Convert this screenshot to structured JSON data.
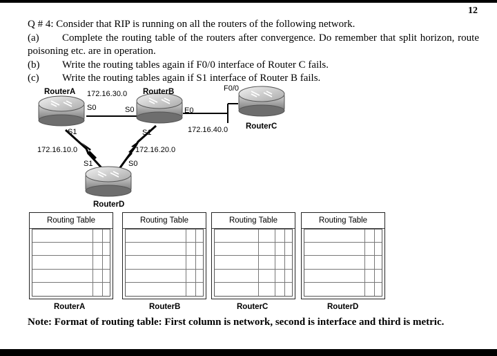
{
  "page_number": "12",
  "question": {
    "title": "Q # 4: Consider that RIP is running on all the routers of the following network.",
    "a_label": "(a)",
    "a_text": "Complete the routing table of the routers after convergence. Do remember that split horizon, route poisoning etc. are in operation.",
    "b_label": "(b)",
    "b_text": "Write the routing tables again if F0/0 interface of Router C fails.",
    "c_label": "(c)",
    "c_text": "Write the routing tables again if S1 interface of Router B fails."
  },
  "diagram": {
    "router_a": "RouterA",
    "router_b": "RouterB",
    "router_c": "RouterC",
    "router_d": "RouterD",
    "net_ab": "172.16.30.0",
    "net_bc": "172.16.40.0",
    "net_ad": "172.16.10.0",
    "net_bd": "172.16.20.0",
    "a_s0": "S0",
    "a_s1": "S1",
    "b_s0": "S0",
    "b_s1": "S1",
    "b_e0": "E0",
    "c_f00": "F0/0",
    "d_s1": "S1",
    "d_s0": "S0"
  },
  "routing_tables": [
    {
      "header": "Routing Table",
      "label": "RouterA"
    },
    {
      "header": "Routing Table",
      "label": "RouterB"
    },
    {
      "header": "Routing Table",
      "label": "RouterC"
    },
    {
      "header": "Routing Table",
      "label": "RouterD"
    }
  ],
  "note": "Note: Format of routing table: First column is network, second is interface and third is metric."
}
